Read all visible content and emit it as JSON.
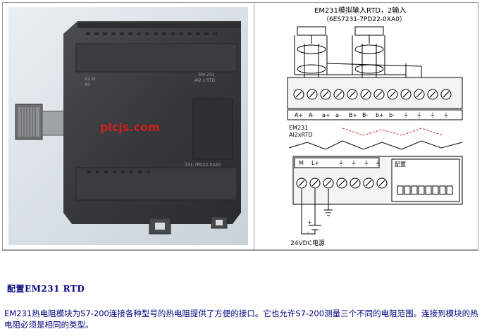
{
  "photo": {
    "watermark": "plcjs.com",
    "label_right": "EM 231\nAI2 x RTD",
    "label_left": "X2 M\nX0",
    "part_bottom": "231-7PD22-0XA0"
  },
  "diagram": {
    "title": "EM231模拟输入RTD，2输入",
    "part_number": "（6ES7231-7PD22-0XA0）",
    "top_terminals": [
      "A+",
      "A-",
      "a+",
      "a-",
      "B+",
      "B-",
      "b+",
      "b-",
      "⏚",
      "⏚",
      "⏚",
      "⏚"
    ],
    "module_name": "EM231",
    "module_sub": "AI2xRTD",
    "bottom_terminals": [
      "M",
      "L+",
      "⏚",
      "⏚",
      "⏚",
      "⏚"
    ],
    "config_label": "配置",
    "power_label": "24VDC电源",
    "plus": "+",
    "minus": "-"
  },
  "section": {
    "heading": "配置EM231 RTD",
    "paragraph": "EM231热电阻模块为S7-200连接各种型号的热电阻提供了方便的接口。它也允许S7-200测量三个不同的电阻范围。连接到模块的热电阻必须是相同的类型。"
  }
}
